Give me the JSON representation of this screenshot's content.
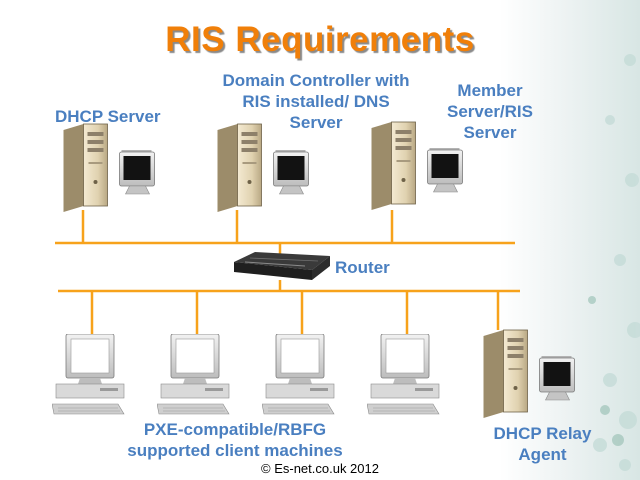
{
  "title": "RIS Requirements",
  "labels": {
    "dhcp_server": "DHCP Server",
    "domain_controller_line1": "Domain Controller with",
    "domain_controller_line2": "RIS installed/  DNS",
    "domain_controller_line3": "Server",
    "member_server_line1": "Member",
    "member_server_line2": "Server/RIS",
    "member_server_line3": "Server",
    "router": "Router",
    "clients_line1": "PXE-compatible/RBFG",
    "clients_line2": "supported client machines",
    "relay_line1": "DHCP Relay",
    "relay_line2": "Agent"
  },
  "footer": "© Es-net.co.uk 2012",
  "colors": {
    "title": "#f07f09",
    "label": "#4a7fc0",
    "network_line": "#f7a21b"
  },
  "icons": {
    "server": "tower-pc-with-monitor-icon",
    "client": "desktop-pc-icon",
    "router": "router-icon"
  }
}
